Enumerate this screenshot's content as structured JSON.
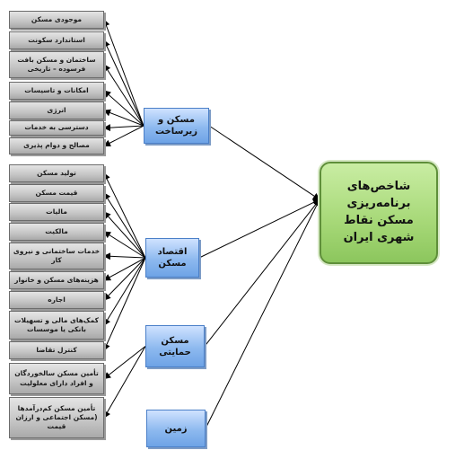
{
  "target": {
    "label": "شاخص‌های برنامه‌ریزی مسکن نقاط شهری ایران"
  },
  "groups": [
    {
      "label": "مسکن و زیرساخت",
      "items": [
        "موجودی مسکن",
        "استاندارد سکونت",
        "ساختمان و مسکن بافت فرسوده – تاریخی",
        "امکانات و تاسیسات",
        "انرژی",
        "دسترسی به خدمات",
        "مصالح و دوام پذیری"
      ]
    },
    {
      "label": "اقتصاد مسکن",
      "items": [
        "تولید مسکن",
        "قیمت مسکن",
        "مالیات",
        "مالکیت",
        "خدمات ساختمانی و نیروی کار",
        "هزینه‌های مسکن و خانوار",
        "اجاره",
        "کمک‌های مالی و تسهیلات بانکی یا موسسات",
        "کنترل تقاضا"
      ]
    },
    {
      "label": "مسکن حمایتی",
      "items": [
        "تأمین مسکن سالخوردگان و افراد دارای معلولیت",
        "تأمین مسکن کم‌درآمدها (مسکن اجتماعی و ارزان قیمت"
      ]
    },
    {
      "label": "زمین",
      "items": []
    }
  ],
  "colors": {
    "item_fill": "#c4c4c4",
    "group_fill": "#8db9ef",
    "target_fill": "#a6d877",
    "line": "#000000"
  }
}
